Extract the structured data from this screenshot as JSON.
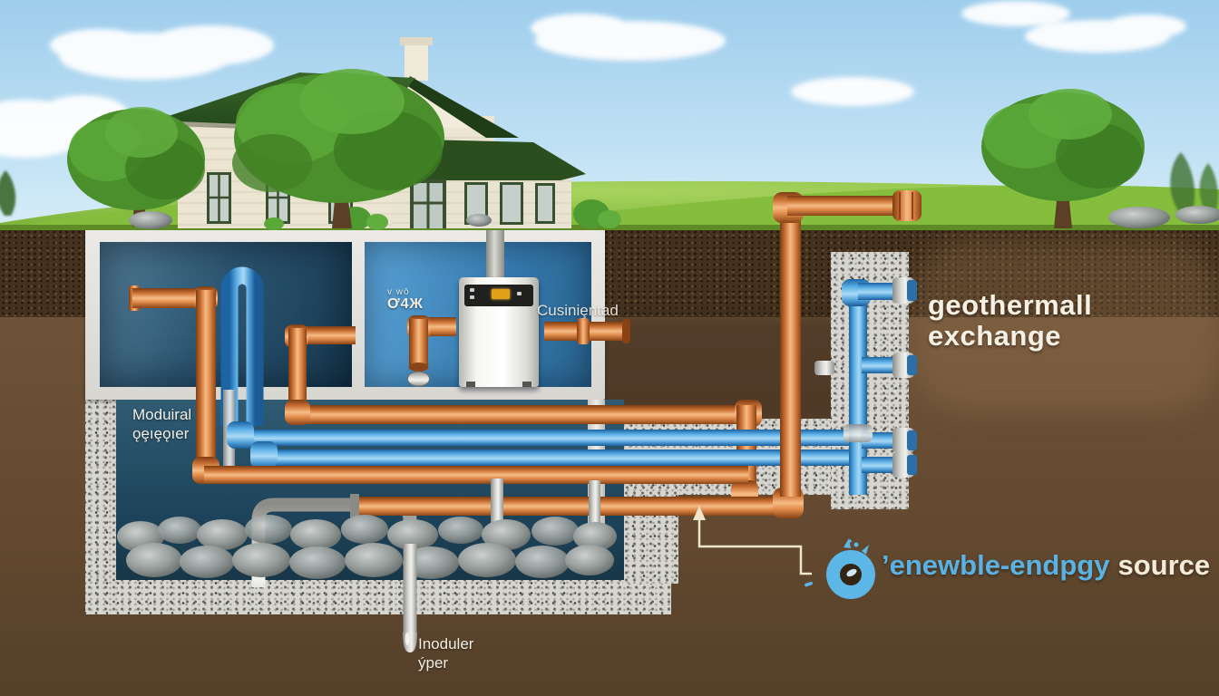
{
  "labels": {
    "geothermal": {
      "line1": "geothermall",
      "line2": "exchange"
    },
    "renewable": {
      "highlight": "ʼenewble-endpgy",
      "rest": "source"
    },
    "basement_wall": {
      "line1": "Moduiral",
      "line2": "ǫȩıȩǫıer"
    },
    "furnace_room": {
      "text": "Cusiniȩntad"
    },
    "pipe_small": {
      "line1": "v wō",
      "line2": "Ơ4Ж"
    },
    "probe": {
      "line1": "Inoduler",
      "line2": "ýper"
    }
  },
  "icons": {
    "renewable_energy_icon": "sun-donut-icon"
  },
  "colors": {
    "accent_blue_text": "#58b2e4",
    "cream_text": "#f2ecd9",
    "copper_pipe": "#d9813f",
    "blue_pipe": "#3f93d6",
    "grass": "#8bc53f",
    "sky": "#aed6ef",
    "soil": "#6b4f35",
    "roof_green": "#2e5220",
    "room_blue": "#3579ad"
  }
}
